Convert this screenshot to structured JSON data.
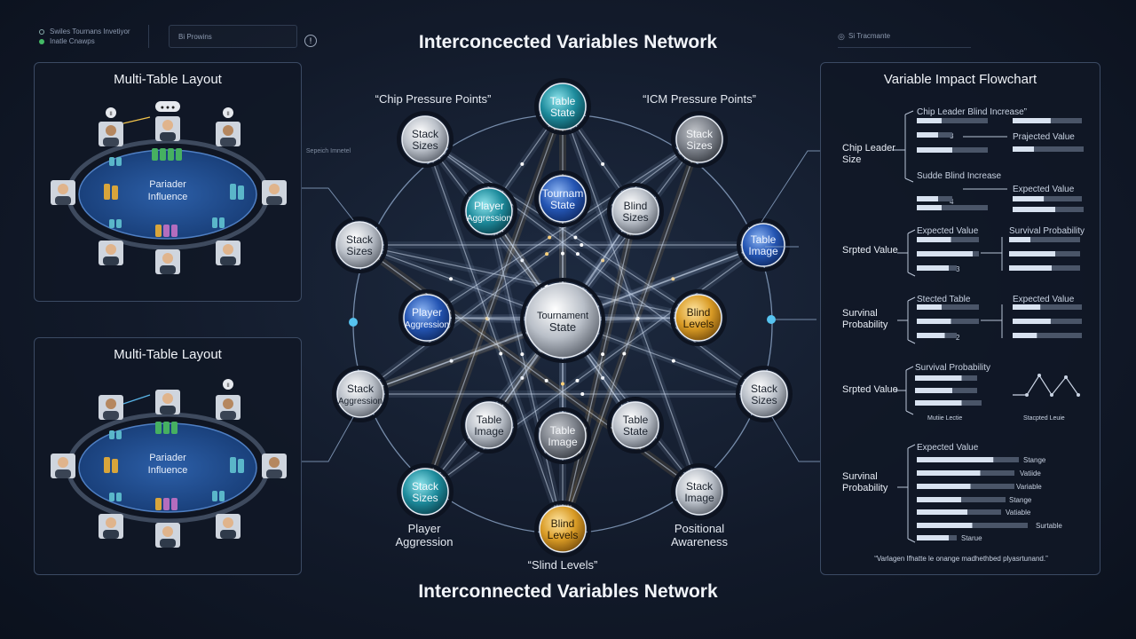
{
  "header": {
    "top_title": "Interconcected Variables Network",
    "bottom_title": "Interconnected Variables Network",
    "left_legend": [
      "Swiles Tournans Invetiyor",
      "Inatle Cnawps"
    ],
    "left_field": "Bi Prowins",
    "right_field": "Si Tracmante",
    "side_label": "Sepeich Imnetel"
  },
  "left_panels": [
    {
      "title": "Multi-Table Layout",
      "center_text": [
        "Pariader",
        "Influence"
      ],
      "badges": [
        "II",
        "● ● ●",
        "II"
      ]
    },
    {
      "title": "Multi-Table Layout",
      "center_text": [
        "Pariader",
        "Influence"
      ],
      "badges": [
        "II"
      ]
    }
  ],
  "network": {
    "annotations": {
      "chip": "“Chip Pressure Points”",
      "icm": "“ICM Pressure Points”",
      "blind": "“Slind Levels”",
      "player_aggression": [
        "Player",
        "Aggression"
      ],
      "positional_awareness": [
        "Positional",
        "Awareness"
      ]
    },
    "nodes": [
      {
        "id": "center",
        "lines": [
          "Tournament",
          "State"
        ],
        "color": "silver",
        "size": "xl"
      },
      {
        "id": "top",
        "lines": [
          "Table",
          "State"
        ],
        "color": "teal",
        "size": "m"
      },
      {
        "id": "top-left",
        "lines": [
          "Stack",
          "Sizes"
        ],
        "color": "silver",
        "size": "m"
      },
      {
        "id": "top-right",
        "lines": [
          "Stack",
          "Sizes"
        ],
        "color": "gray",
        "size": "m"
      },
      {
        "id": "left",
        "lines": [
          "Stack",
          "Sizes"
        ],
        "color": "silver",
        "size": "m"
      },
      {
        "id": "right",
        "lines": [
          "Table",
          "Image"
        ],
        "color": "blue",
        "size": "s"
      },
      {
        "id": "lower-left",
        "lines": [
          "Stack",
          "Aggression"
        ],
        "color": "silver",
        "size": "m"
      },
      {
        "id": "lower-right",
        "lines": [
          "Stack",
          "Sizes"
        ],
        "color": "silver",
        "size": "m"
      },
      {
        "id": "bottom-left",
        "lines": [
          "Stack",
          "Sizes"
        ],
        "color": "teal",
        "size": "m"
      },
      {
        "id": "bottom-right",
        "lines": [
          "Stack",
          "Image"
        ],
        "color": "silver",
        "size": "m"
      },
      {
        "id": "bottom",
        "lines": [
          "Blind",
          "Levels"
        ],
        "color": "gold",
        "size": "m"
      },
      {
        "id": "in-upper-left",
        "lines": [
          "Player",
          "Aggression"
        ],
        "color": "teal",
        "size": "m"
      },
      {
        "id": "in-upper-mid",
        "lines": [
          "Tournam",
          "State"
        ],
        "color": "blue",
        "size": "m"
      },
      {
        "id": "in-upper-right",
        "lines": [
          "Blind",
          "Sizes"
        ],
        "color": "silver",
        "size": "m"
      },
      {
        "id": "in-left",
        "lines": [
          "Player",
          "Aggression"
        ],
        "color": "blue",
        "size": "m"
      },
      {
        "id": "in-right",
        "lines": [
          "Blind",
          "Levels"
        ],
        "color": "gold",
        "size": "m"
      },
      {
        "id": "in-lower-left",
        "lines": [
          "Table",
          "Image"
        ],
        "color": "silver",
        "size": "m"
      },
      {
        "id": "in-lower-mid",
        "lines": [
          "Table",
          "Image"
        ],
        "color": "gray",
        "size": "m"
      },
      {
        "id": "in-lower-right",
        "lines": [
          "Table",
          "State"
        ],
        "color": "silver",
        "size": "m"
      }
    ]
  },
  "flowchart": {
    "title": "Variable Impact Flowchart",
    "sections": [
      {
        "label": [
          "Chip Leader",
          "Size"
        ],
        "top_left": "Chip Leader Blind Increase”",
        "right": "Prajected Value",
        "mid": "Sudde Blind Increase",
        "right2": "Expected Value",
        "nums": [
          "3",
          "4"
        ]
      },
      {
        "label": [
          "Srpted Value"
        ],
        "head_left": "Expected Value",
        "head_right": "Survival Probability",
        "nums": [
          "3"
        ]
      },
      {
        "label": [
          "Survinal",
          "Probability"
        ],
        "head_left": "Stected Table",
        "head_right": "Expected Value",
        "nums": [
          "2"
        ]
      },
      {
        "label": [
          "Srpted Value"
        ],
        "head_left": "Survival Probability",
        "caption_left": "Mutiie Lectie",
        "caption_right": "Stacpted Leuie"
      },
      {
        "label": [
          "Survinal",
          "Probability"
        ],
        "head_left": "Expected Value",
        "row_labels": [
          "Stange",
          "Vatiide",
          "Variable",
          "Stange",
          "Vatiable",
          "Surtable",
          "Starue"
        ]
      }
    ],
    "footer": "“Varlagen Ifhatte le onange madhethbed plyasrtunand.”"
  }
}
